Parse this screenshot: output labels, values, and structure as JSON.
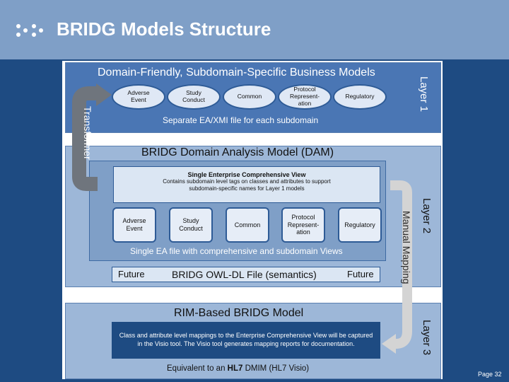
{
  "header": {
    "title": "BRIDG Models Structure",
    "logo_icon": "dots-logo-icon"
  },
  "layer1": {
    "title": "Domain-Friendly, Subdomain-Specific Business Models",
    "items": [
      [
        "Adverse",
        "Event"
      ],
      [
        "Study",
        "Conduct"
      ],
      [
        "Common"
      ],
      [
        "Protocol",
        "Represent-",
        "ation"
      ],
      [
        "Regulatory"
      ]
    ],
    "footer": "Separate EA/XMI file for each subdomain",
    "label": "Layer 1"
  },
  "layer2": {
    "title": "BRIDG Domain Analysis Model (DAM)",
    "view_title": "Single Enterprise Comprehensive View",
    "view_line1": "Contains subdomain level tags on classes and attributes to support",
    "view_line2": "subdomain-specific names for Layer 1 models",
    "items": [
      [
        "Adverse",
        "Event"
      ],
      [
        "Study",
        "Conduct"
      ],
      [
        "Common"
      ],
      [
        "Protocol",
        "Represent-",
        "ation"
      ],
      [
        "Regulatory"
      ]
    ],
    "footer": "Single EA file with comprehensive and subdomain Views",
    "owl_left": "Future",
    "owl_center": "BRIDG OWL-DL File (semantics)",
    "owl_right": "Future",
    "label": "Layer 2"
  },
  "layer3": {
    "title": "RIM-Based BRIDG Model",
    "box_text": "Class and attribute level mappings to the Enterprise Comprehensive View will be captured in the Visio tool. The Visio tool generates mapping reports for documentation.",
    "equiv_prefix": "Equivalent to an ",
    "equiv_bold": "HL7",
    "equiv_rest": " DMIM (HL7 Visio)",
    "label": "Layer 3"
  },
  "arrows": {
    "transformer": "Transformer",
    "manual_mapping": "Manual Mapping"
  },
  "footer": {
    "page": "Page 32"
  },
  "colors": {
    "background": "#1e4b82",
    "title_bar": "#7f9fc7",
    "layer1": "#4a76b4",
    "layer_light": "#9db7d8",
    "box_fill": "#dbe6f3"
  }
}
